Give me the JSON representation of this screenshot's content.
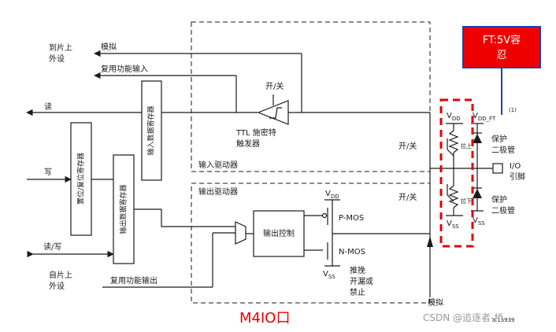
{
  "top_left": {
    "line1": "到片上",
    "line2": "外设"
  },
  "bottom_left": {
    "line1": "自片上",
    "line2": "外设"
  },
  "signals": {
    "analog": "模拟",
    "alt_input": "复用功能输入",
    "read": "读",
    "write": "写",
    "read_write": "读/写",
    "alt_output": "复用功能输出",
    "analog_bottom": "模拟"
  },
  "blocks": {
    "input_data_register": "输入数据寄存器",
    "bit_set_reset_register": "置位/复位寄存器",
    "output_data_register": "输出数据寄存器",
    "output_control": "输出控制"
  },
  "input_driver": {
    "label": "输入驱动器",
    "switch": "开/关",
    "ttl_line1": "TTL 施密特",
    "ttl_line2": "触发器",
    "onoff_right": "开/关"
  },
  "output_driver": {
    "label": "输出驱动器",
    "onoff": "开/关",
    "vdd": "V",
    "vdd_sub": "DD",
    "vss": "V",
    "vss_sub": "SS",
    "pmos": "P-MOS",
    "nmos": "N-MOS",
    "mode_line1": "推挽",
    "mode_line2": "开漏或",
    "mode_line3": "禁止"
  },
  "pin_section": {
    "vdd": "V",
    "vdd_sub": "DD",
    "vdd_ft": "V",
    "vdd_ft_sub": "DD_FT",
    "footnote": "(1)",
    "pull_up": "拉上",
    "pull_down": "拉下",
    "vss": "V",
    "vss_sub": "SS",
    "vss2": "V",
    "vss2_sub": "SS",
    "protect1_line1": "保护",
    "protect1_line2": "二极管",
    "protect2_line1": "保护",
    "protect2_line2": "二极管",
    "io_line1": "I/O",
    "io_line2": "引脚"
  },
  "callout": {
    "line1": "FT:5V容",
    "line2": "忍"
  },
  "caption": "M4IO口",
  "figure_id": "ai15939",
  "watermark": "CSDN @追逐者-桥",
  "colors": {
    "accent_red": "#e60000",
    "callout_bg": "#ee0000",
    "callout_border": "#1f3fb5"
  }
}
